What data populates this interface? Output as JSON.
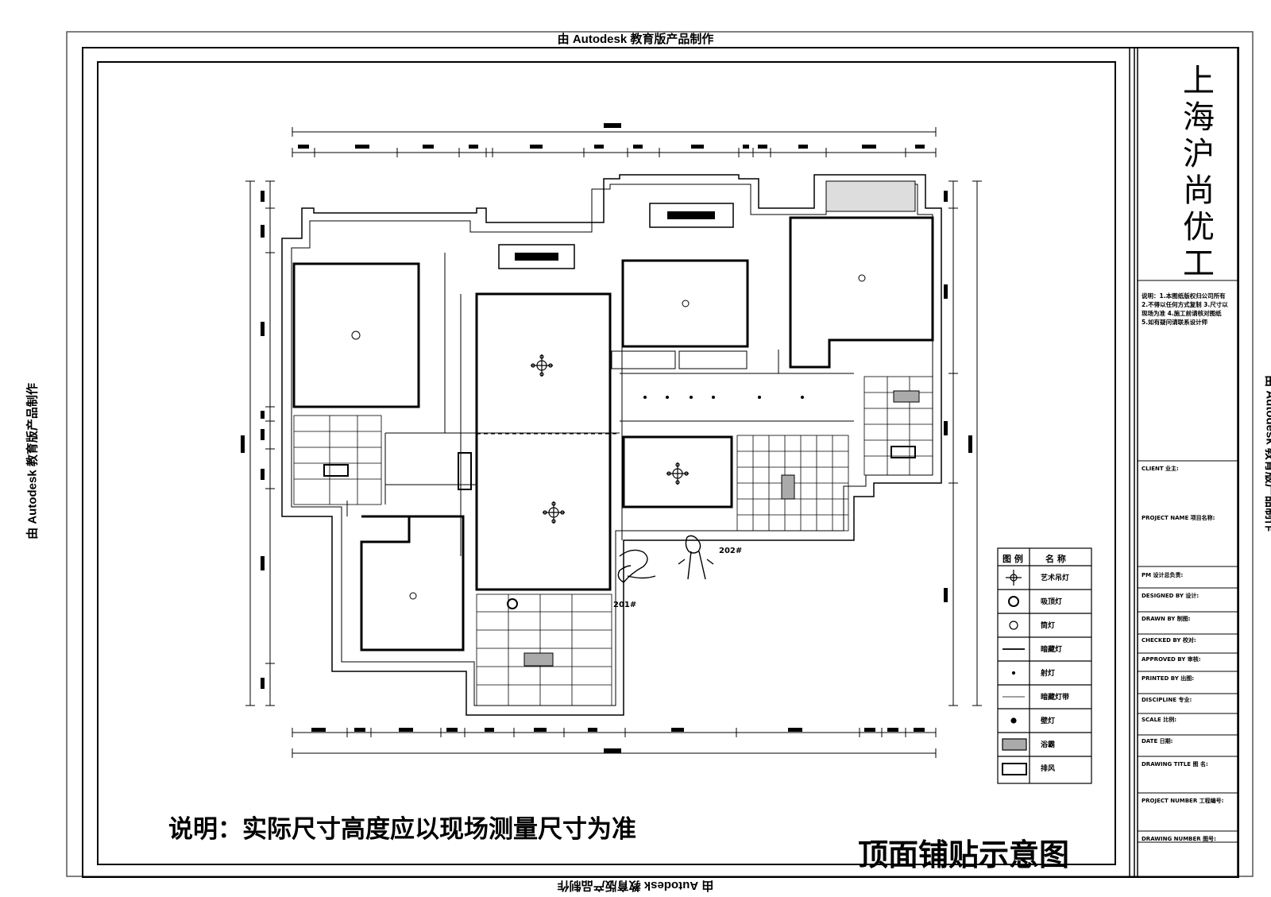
{
  "watermark": "由 Autodesk 教育版产品制作",
  "company_name": "上海沪尚优工",
  "note_text": "说明：实际尺寸高度应以现场测量尺寸为准",
  "drawing_title": "顶面铺贴示意图",
  "unit_labels": [
    "201#",
    "202#"
  ],
  "legend": {
    "header_symbol": "图 例",
    "header_name": "名 称",
    "items": [
      {
        "icon": "art-chandelier-icon",
        "name": "艺术吊灯"
      },
      {
        "icon": "ceiling-light-icon",
        "name": "吸顶灯"
      },
      {
        "icon": "downlight-icon",
        "name": "筒灯"
      },
      {
        "icon": "strip-light-icon",
        "name": "暗藏灯"
      },
      {
        "icon": "spot-light-icon",
        "name": "射灯"
      },
      {
        "icon": "led-strip-icon",
        "name": "暗藏灯带"
      },
      {
        "icon": "wall-light-icon",
        "name": "壁灯"
      },
      {
        "icon": "bath-heater-icon",
        "name": "浴霸"
      },
      {
        "icon": "exhaust-fan-icon",
        "name": "排风"
      }
    ]
  },
  "title_block": {
    "notes": "说明：1.本图纸版权归公司所有 2.不得以任何方式复制 3.尺寸以现场为准 4.施工前请核对图纸 5.如有疑问请联系设计师",
    "rows": [
      "CLIENT 业主:",
      "PROJECT NAME 项目名称:",
      "PM 设计总负责:",
      "DESIGNED BY 设计:",
      "DRAWN BY 制图:",
      "CHECKED BY 校对:",
      "APPROVED BY 审核:",
      "PRINTED BY 出图:",
      "DISCIPLINE 专业:",
      "SCALE 比例:",
      "DATE 日期:",
      "DRAWING TITLE 图 名:",
      "PROJECT NUMBER 工程编号:",
      "DRAWING NUMBER 图号:"
    ]
  }
}
